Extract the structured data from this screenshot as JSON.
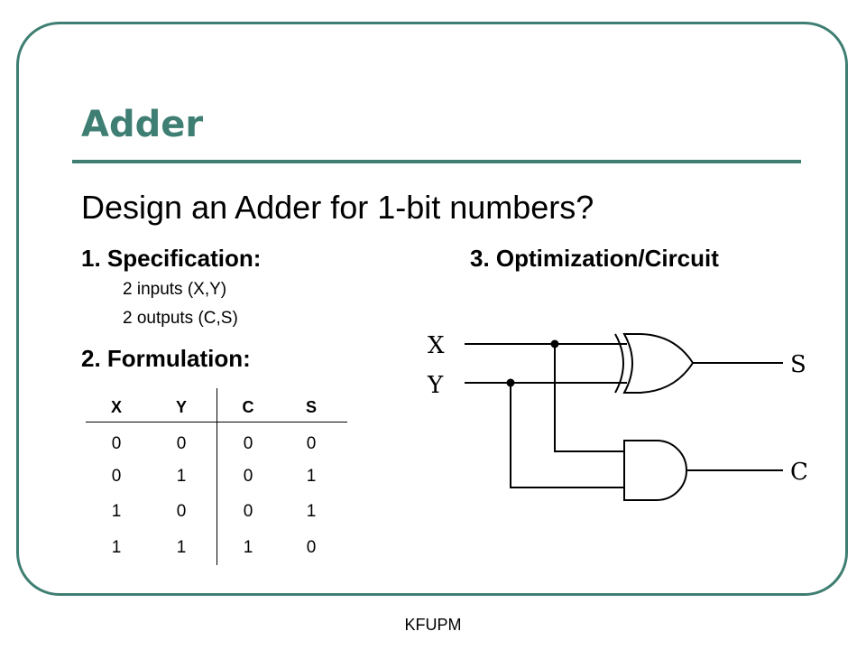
{
  "slide": {
    "title": "Adder",
    "subtitle": "Design an Adder for 1-bit numbers?",
    "spec_heading": "1. Specification:",
    "spec_items": [
      "2 inputs (X,Y)",
      "2 outputs (C,S)"
    ],
    "formulation_heading": "2. Formulation:",
    "optimization_heading": "3. Optimization/Circuit",
    "footer": "KFUPM"
  },
  "truth_table": {
    "headers": [
      "X",
      "Y",
      "C",
      "S"
    ],
    "rows": [
      [
        "0",
        "0",
        "0",
        "0"
      ],
      [
        "0",
        "1",
        "0",
        "1"
      ],
      [
        "1",
        "0",
        "0",
        "1"
      ],
      [
        "1",
        "1",
        "1",
        "0"
      ]
    ]
  },
  "circuit": {
    "input_labels": [
      "X",
      "Y"
    ],
    "output_labels": [
      "S",
      "C"
    ],
    "gates": [
      "xor-gate",
      "and-gate"
    ]
  },
  "colors": {
    "accent": "#3f7e72",
    "text": "#000000"
  }
}
